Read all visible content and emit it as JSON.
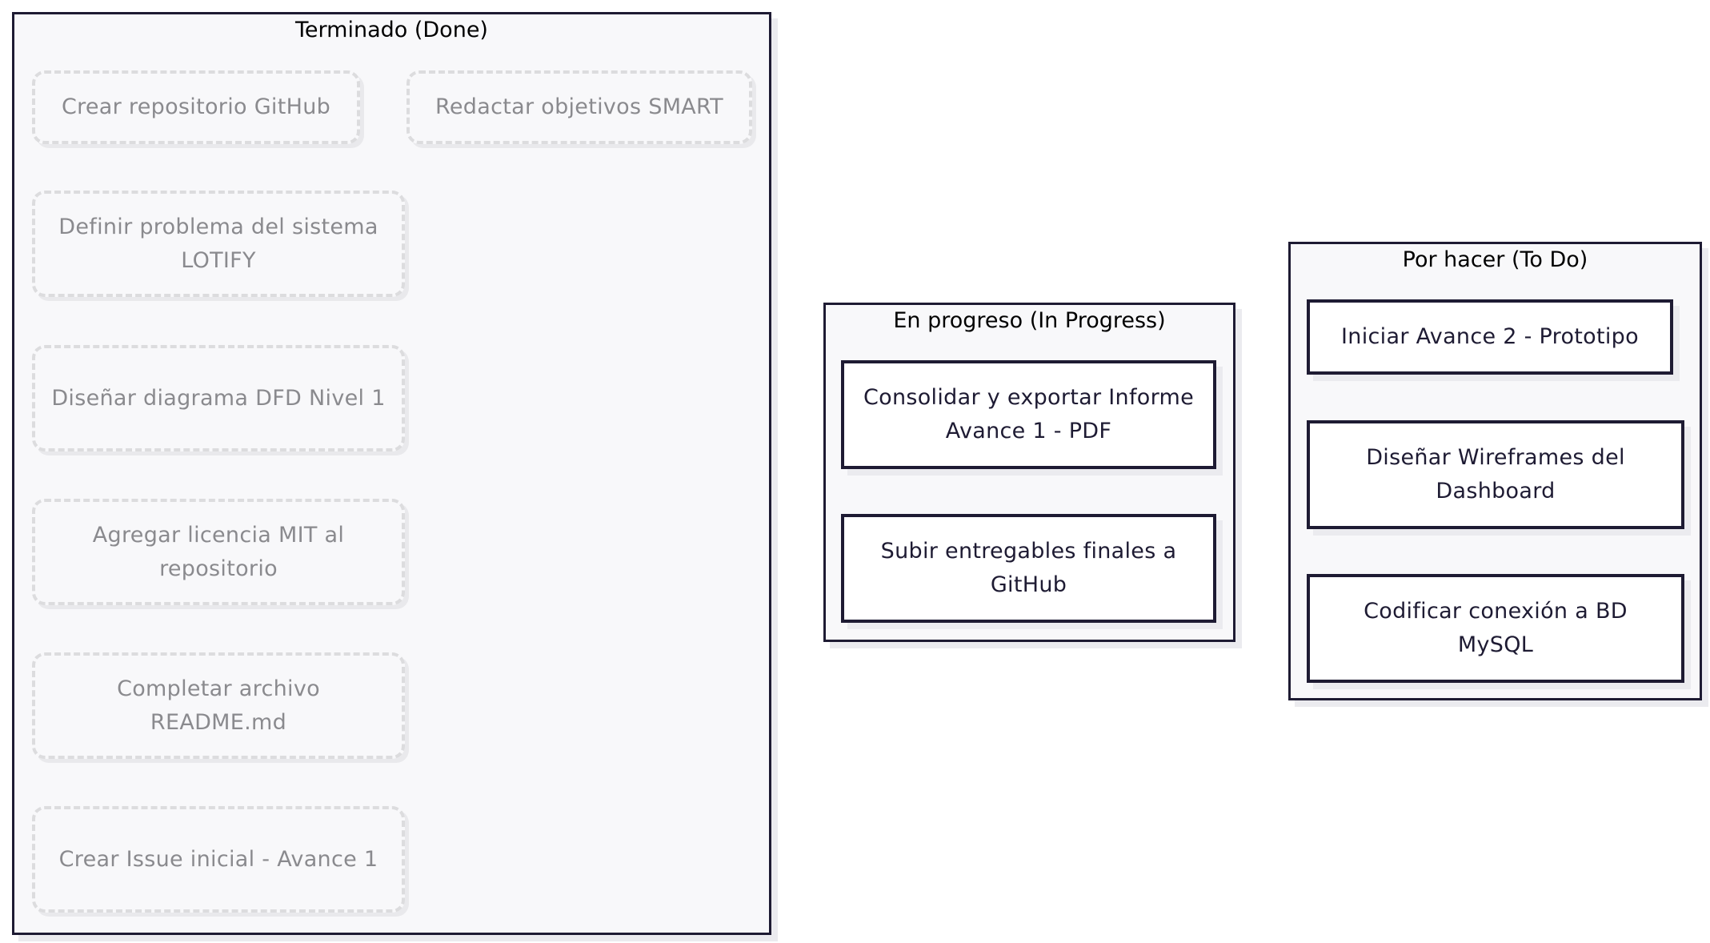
{
  "columns": {
    "done": {
      "title": "Terminado (Done)",
      "cards": [
        "Crear repositorio GitHub",
        "Redactar objetivos SMART",
        "Definir problema del sistema LOTIFY",
        "Diseñar diagrama DFD Nivel 1",
        "Agregar licencia MIT al repositorio",
        "Completar archivo README.md",
        "Crear Issue inicial - Avance 1"
      ]
    },
    "in_progress": {
      "title": "En progreso (In Progress)",
      "cards": [
        "Consolidar y exportar Informe Avance 1 - PDF",
        "Subir entregables finales a GitHub"
      ]
    },
    "todo": {
      "title": "Por hacer (To Do)",
      "cards": [
        "Iniciar Avance 2 - Prototipo",
        "Diseñar Wireframes del Dashboard",
        "Codificar conexión a BD MySQL"
      ]
    }
  },
  "colors": {
    "border": "#1e1b33",
    "column_bg": "#f8f8fa",
    "done_text": "#8a8a8e",
    "done_border": "#dcdcde",
    "active_text": "#1e1b33"
  }
}
